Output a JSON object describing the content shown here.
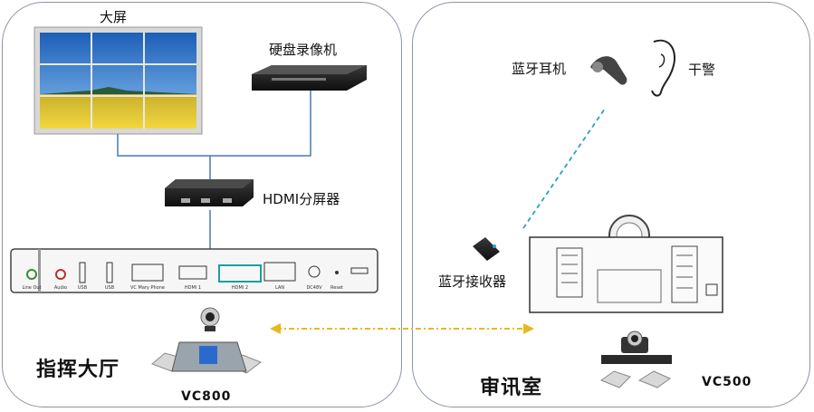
{
  "labels": {
    "video_wall": "大屏",
    "dvr": "硬盘录像机",
    "hdmi_splitter": "HDMI分屏器",
    "bt_headset": "蓝牙耳机",
    "earpiece": "干警",
    "bt_receiver": "蓝牙接收器",
    "command_hall": "指挥大厅",
    "interrogation_room": "审讯室",
    "vc800_model": "VC800",
    "vc500_model": "VC500"
  },
  "vc800_ports": [
    "Line Out",
    "Audio",
    "USB",
    "USB",
    "VC Mary Phone",
    "HDMI 1",
    "HDMI 2",
    "LAN",
    "DC48V",
    "Reset"
  ],
  "colors": {
    "room_border": "#8a93a6",
    "cable": "#4a7ab0",
    "bluetooth_link": "#2a9fd0",
    "av_link": "#e8b820",
    "device_dark": "#1e1e1e",
    "sky": "#2f7fd6",
    "field": "#e8c92a"
  }
}
